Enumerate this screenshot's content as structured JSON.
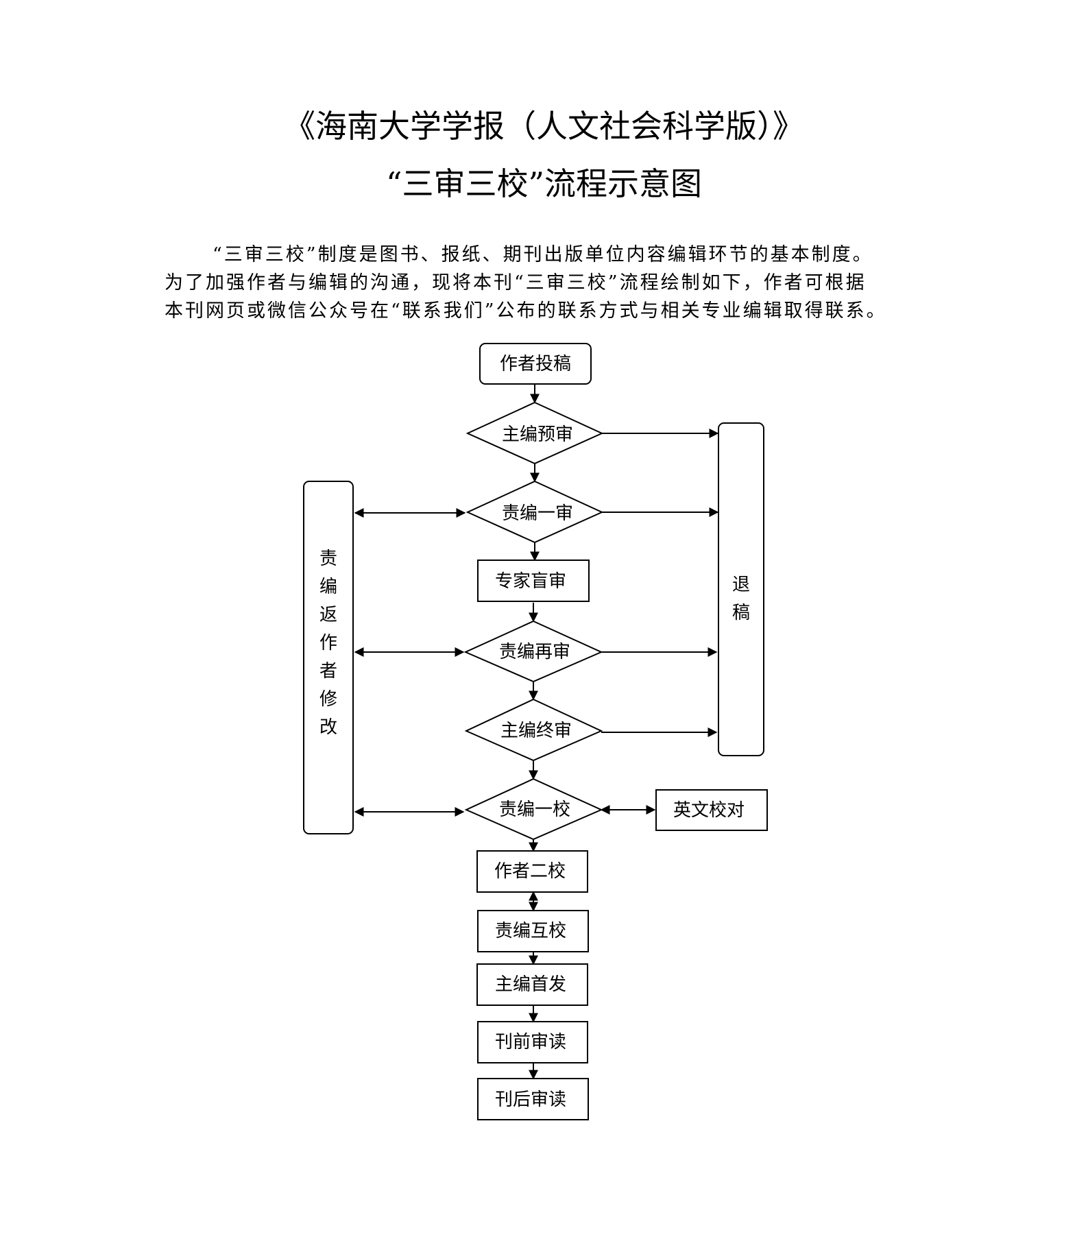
{
  "header": {
    "title_line1": "《海南大学学报（人文社会科学版）》",
    "title_line2": "“三审三校”流程示意图"
  },
  "intro": {
    "line1": "“三审三校”制度是图书、报纸、期刊出版单位内容编辑环节的基本制度。",
    "line2": "为了加强作者与编辑的沟通，现将本刊“三审三校”流程绘制如下，作者可根据",
    "line3": "本刊网页或微信公众号在“联系我们”公布的联系方式与相关专业编辑取得联系。"
  },
  "flow": {
    "submit": "作者投稿",
    "prereview": "主编预审",
    "first_review": "责编一审",
    "expert_review": "专家盲审",
    "second_review": "责编再审",
    "final_review": "主编终审",
    "first_proof": "责编一校",
    "english_proof": "英文校对",
    "author_second_proof": "作者二校",
    "editor_mutual_proof": "责编互校",
    "chief_release": "主编首发",
    "pre_print_review": "刊前审读",
    "post_print_review": "刊后审读",
    "return_author": [
      "责",
      "编",
      "返",
      "作",
      "者",
      "修",
      "改"
    ],
    "reject": [
      "退",
      "稿"
    ]
  }
}
